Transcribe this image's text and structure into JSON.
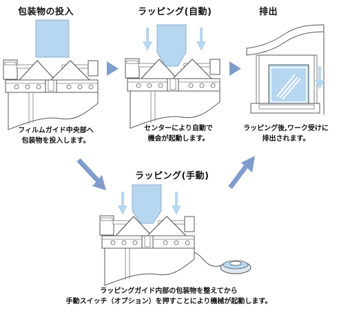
{
  "step1": {
    "title": "包装物の投入",
    "caption_line1": "フィルムガイド中央部へ",
    "caption_line2": "包装物を投入します。"
  },
  "step2": {
    "title": "ラッピング(自動)",
    "caption_line1": "センターにより自動で",
    "caption_line2": "機会が起動します。"
  },
  "step3": {
    "title": "排出",
    "caption_line1": "ラッピング後,ワーク受けに",
    "caption_line2": "排出されます。"
  },
  "step4": {
    "title": "ラッピング(手動)",
    "caption_line1": "ラッピングガイド内部の包装物を整えてから",
    "caption_line2": "手動スイッチ（オプション）を押すことにより機械が起動します。"
  },
  "colors": {
    "package_blue": "#b7d6f0",
    "arrow_blue": "#7f9ccc",
    "outline": "#555555"
  }
}
